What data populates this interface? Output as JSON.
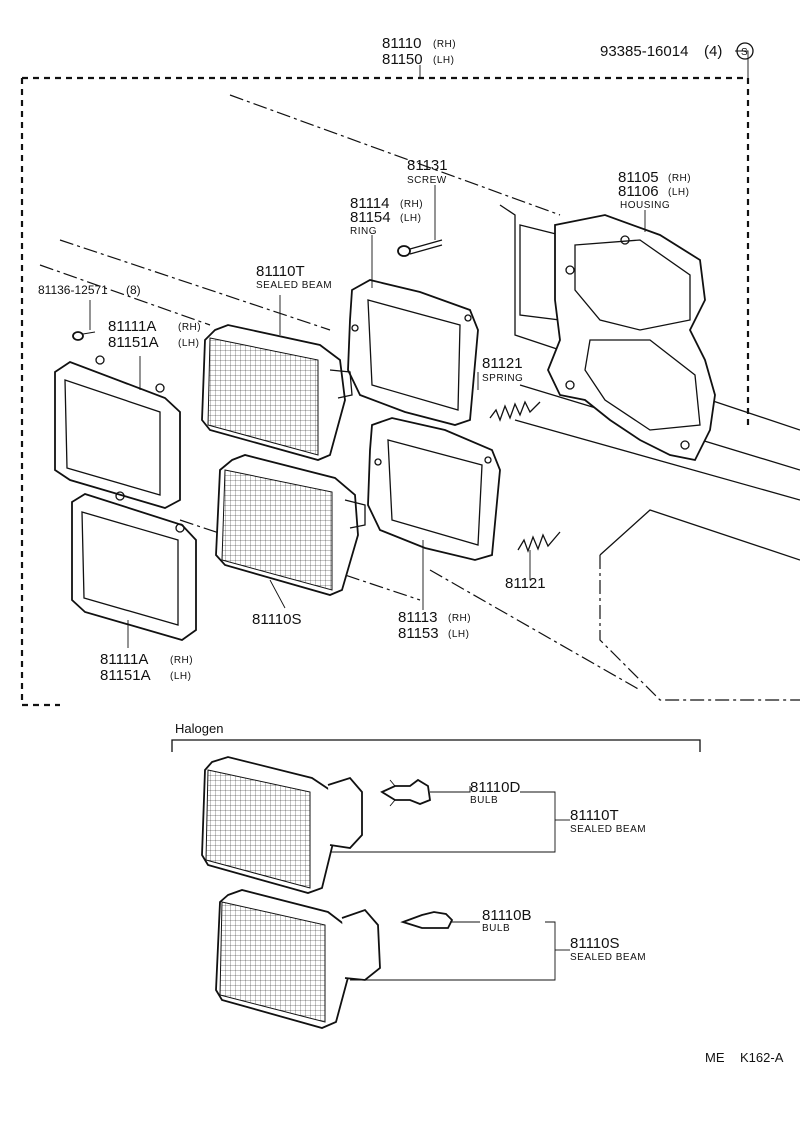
{
  "labels": {
    "assy_rh": "81110",
    "assy_rh_side": "(RH)",
    "assy_lh": "81150",
    "assy_lh_side": "(LH)",
    "screw_ref": "93385-16014",
    "screw_ref_qty": "(4)",
    "screw_ref_mark": "S",
    "screw": "81131",
    "screw_name": "SCREW",
    "housing_rh": "81105",
    "housing_rh_side": "(RH)",
    "housing_lh": "81106",
    "housing_lh_side": "(LH)",
    "housing_name": "HOUSING",
    "ring_rh": "81114",
    "ring_rh_side": "(RH)",
    "ring_lh": "81154",
    "ring_lh_side": "(LH)",
    "ring_name": "RING",
    "sealed_beam_t": "81110T",
    "sealed_beam_name": "SEALED BEAM",
    "screw_small": "81136-12571",
    "screw_small_qty": "(8)",
    "bezel_upper_rh": "81111A",
    "bezel_upper_rh_side": "(RH)",
    "bezel_upper_lh": "81151A",
    "bezel_upper_lh_side": "(LH)",
    "spring_upper": "81121",
    "spring_name": "SPRING",
    "spring_lower": "81121",
    "sealed_beam_s": "81110S",
    "ring_lower_rh": "81113",
    "ring_lower_rh_side": "(RH)",
    "ring_lower_lh": "81153",
    "ring_lower_lh_side": "(LH)",
    "bezel_lower_rh": "81111A",
    "bezel_lower_rh_side": "(RH)",
    "bezel_lower_lh": "81151A",
    "bezel_lower_lh_side": "(LH)",
    "halogen": "Halogen",
    "bulb_d": "81110D",
    "bulb_name_d": "BULB",
    "halogen_beam_t": "81110T",
    "halogen_beam_t_name": "SEALED BEAM",
    "bulb_b": "81110B",
    "bulb_name_b": "BULB",
    "halogen_beam_s": "81110S",
    "halogen_beam_s_name": "SEALED BEAM",
    "page_code": "ME",
    "drawing_code": "K162-A"
  }
}
